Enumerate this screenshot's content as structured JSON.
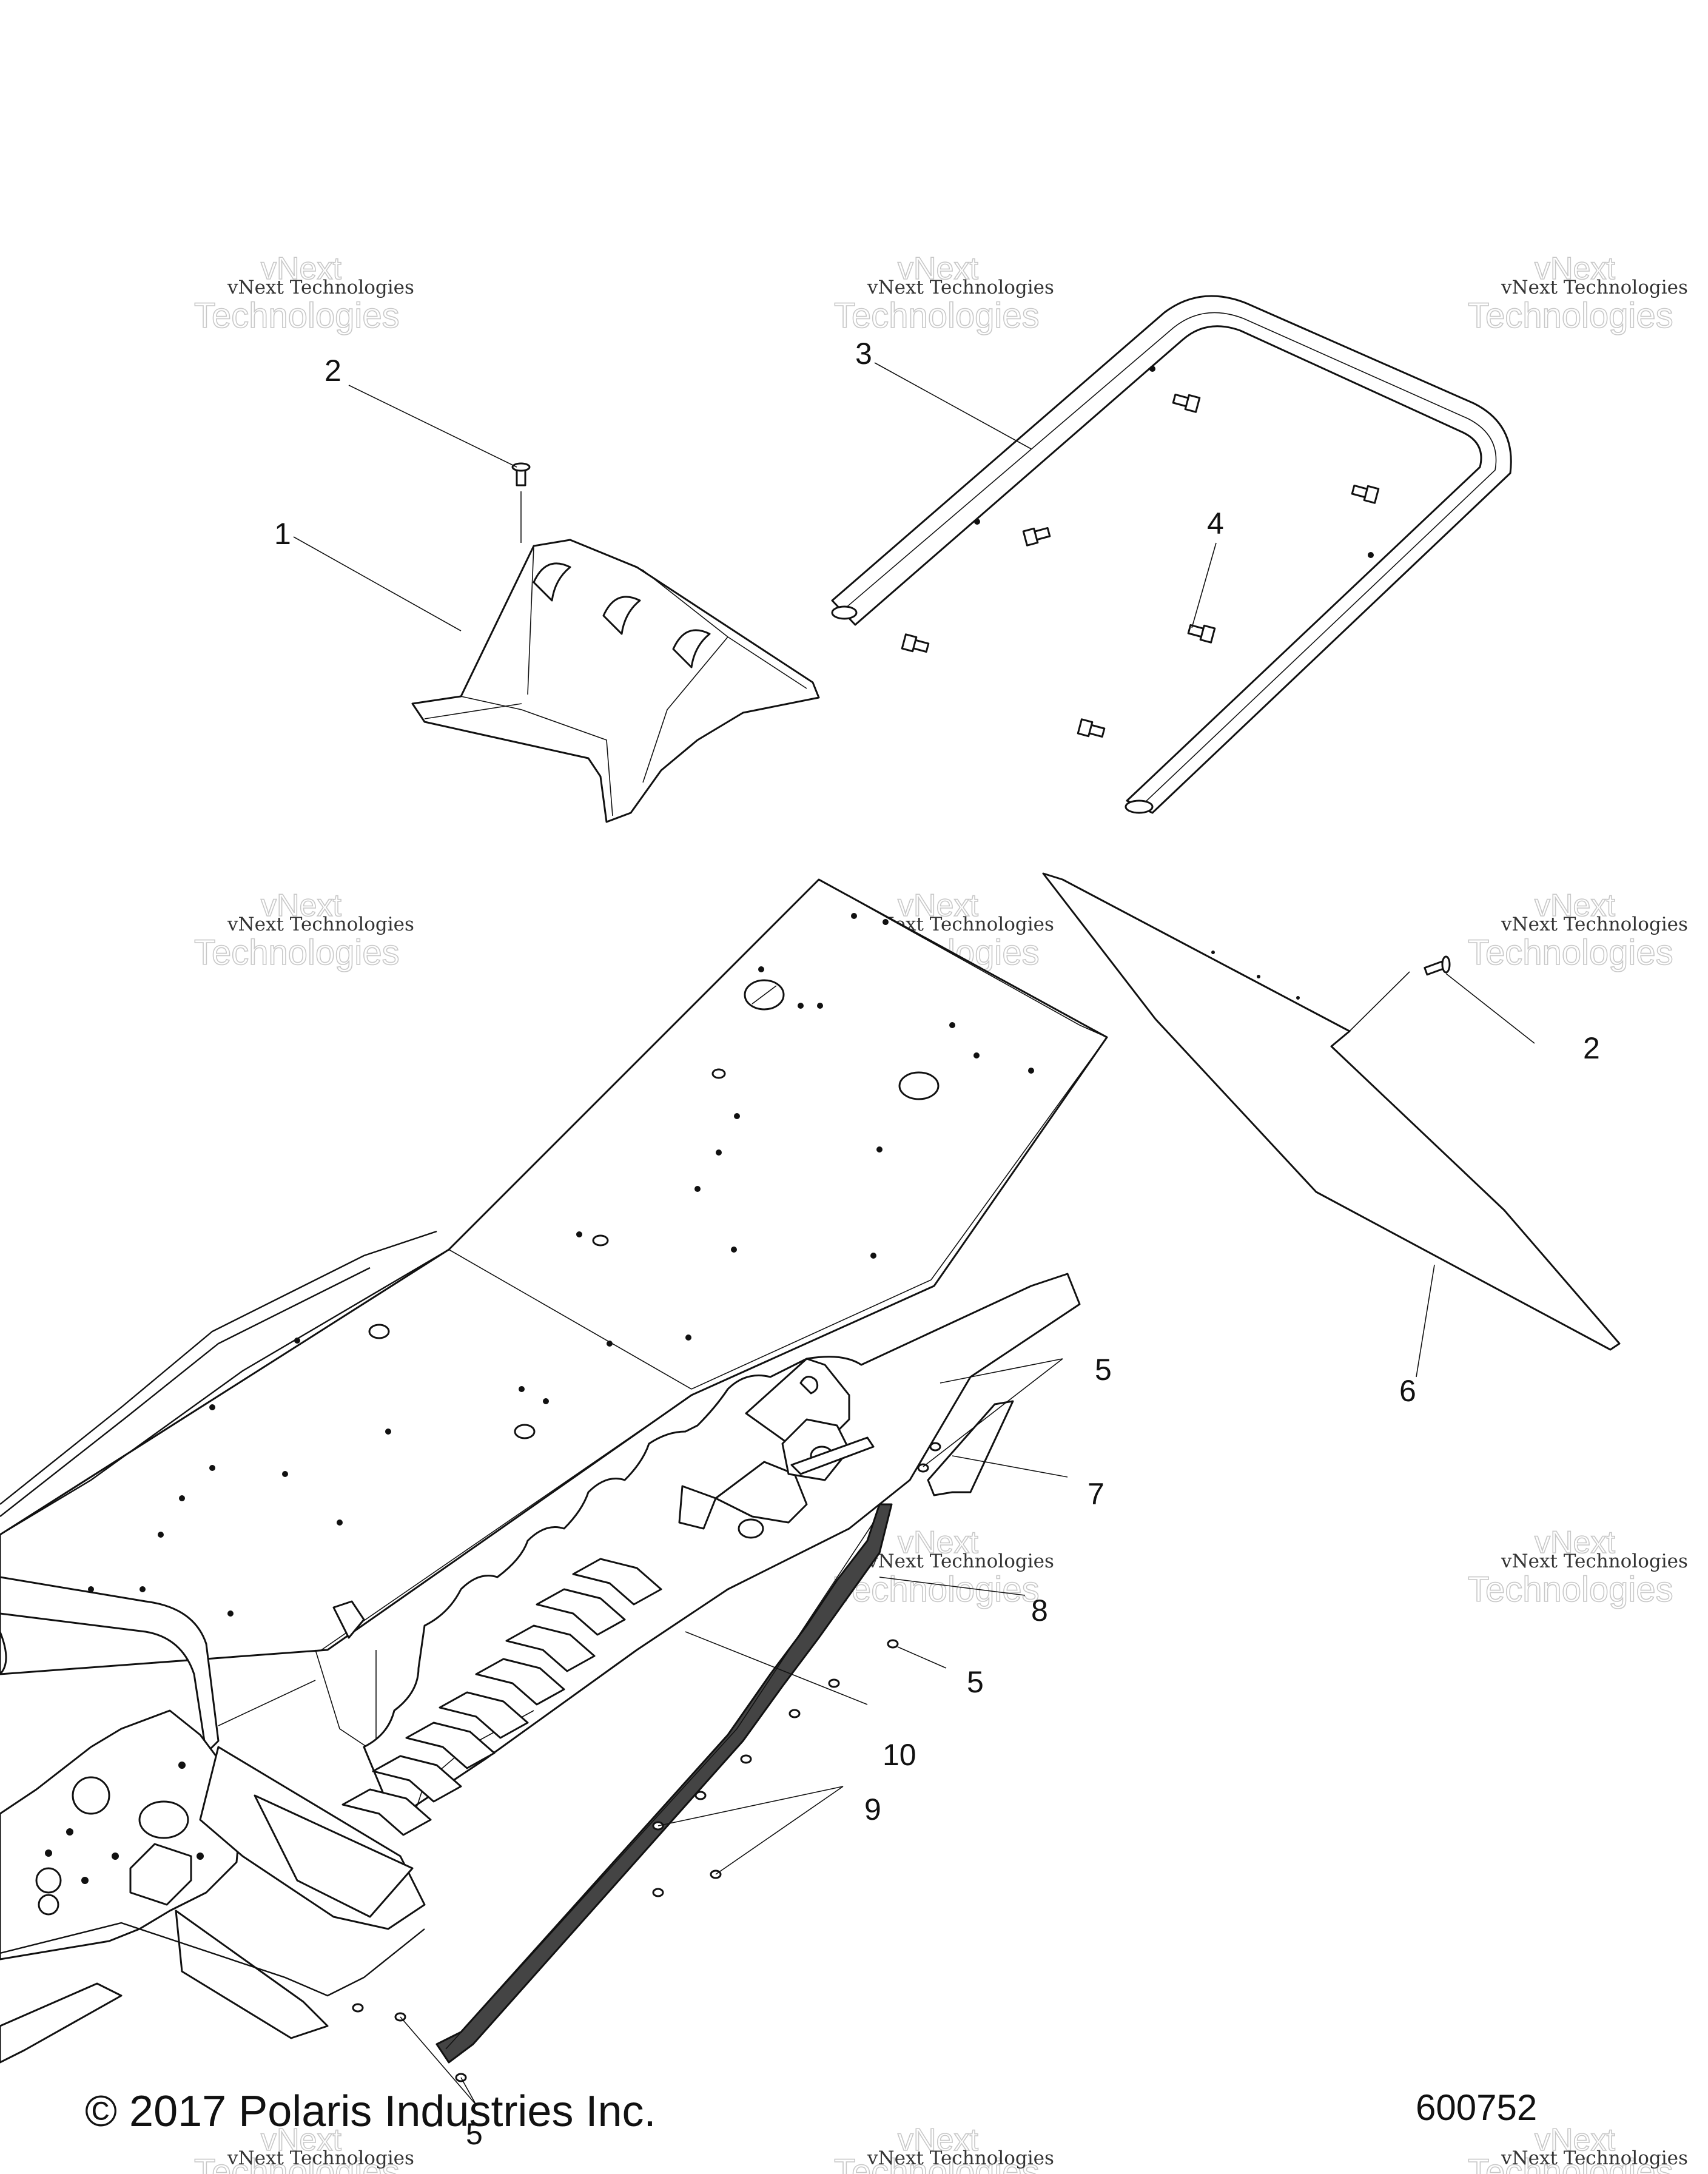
{
  "figure_id": "600752",
  "copyright": "© 2017 Polaris Industries Inc.",
  "watermark": {
    "line1": "vNext Technologies",
    "line2": "Technologies",
    "outline_top": "vNext"
  },
  "callouts": [
    {
      "id": "1",
      "label": "1",
      "part": "seat-base-riser"
    },
    {
      "id": "2a",
      "label": "2",
      "part": "rivet-top"
    },
    {
      "id": "2b",
      "label": "2",
      "part": "rivet-right"
    },
    {
      "id": "3",
      "label": "3",
      "part": "grab-handle"
    },
    {
      "id": "4",
      "label": "4",
      "part": "handle-bolts"
    },
    {
      "id": "5a",
      "label": "5",
      "part": "rivets-upper"
    },
    {
      "id": "5b",
      "label": "5",
      "part": "rivets-mid"
    },
    {
      "id": "5c",
      "label": "5",
      "part": "rivets-lower"
    },
    {
      "id": "6",
      "label": "6",
      "part": "flap-panel"
    },
    {
      "id": "7",
      "label": "7",
      "part": "bracket"
    },
    {
      "id": "8",
      "label": "8",
      "part": "running-board-edge"
    },
    {
      "id": "9",
      "label": "9",
      "part": "screws"
    },
    {
      "id": "10",
      "label": "10",
      "part": "traction-cleats"
    }
  ],
  "colors": {
    "line": "#111111",
    "watermark": "#c8c8c8",
    "background": "#ffffff"
  }
}
